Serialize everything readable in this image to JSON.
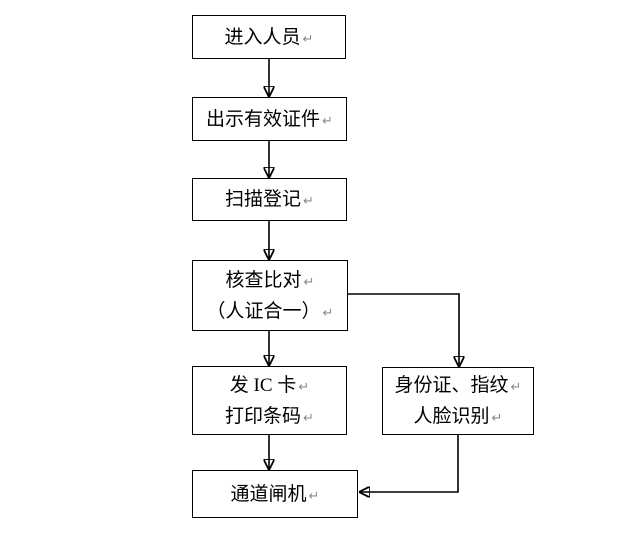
{
  "diagram": {
    "type": "flowchart",
    "return_mark": "↵",
    "colors": {
      "background": "#ffffff",
      "box_border": "#000000",
      "text": "#000000",
      "arrow": "#000000",
      "format_mark": "#8b8b8b"
    },
    "nodes": {
      "enter": {
        "lines": [
          "进入人员"
        ]
      },
      "show_id": {
        "lines": [
          "出示有效证件"
        ]
      },
      "scan": {
        "lines": [
          "扫描登记"
        ]
      },
      "verify": {
        "lines": [
          "核查比对",
          "（人证合一）"
        ]
      },
      "issue": {
        "lines": [
          "发 IC 卡",
          "打印条码"
        ]
      },
      "biometric": {
        "lines": [
          "身份证、指纹",
          "人脸识别"
        ]
      },
      "gate": {
        "lines": [
          "通道闸机"
        ]
      }
    },
    "edges": [
      {
        "from": "enter",
        "to": "show_id",
        "style": "straight-down"
      },
      {
        "from": "show_id",
        "to": "scan",
        "style": "straight-down"
      },
      {
        "from": "scan",
        "to": "verify",
        "style": "straight-down"
      },
      {
        "from": "verify",
        "to": "issue",
        "style": "straight-down"
      },
      {
        "from": "verify",
        "to": "biometric",
        "style": "elbow-right-down"
      },
      {
        "from": "issue",
        "to": "gate",
        "style": "straight-down"
      },
      {
        "from": "biometric",
        "to": "gate",
        "style": "elbow-down-left"
      }
    ]
  }
}
